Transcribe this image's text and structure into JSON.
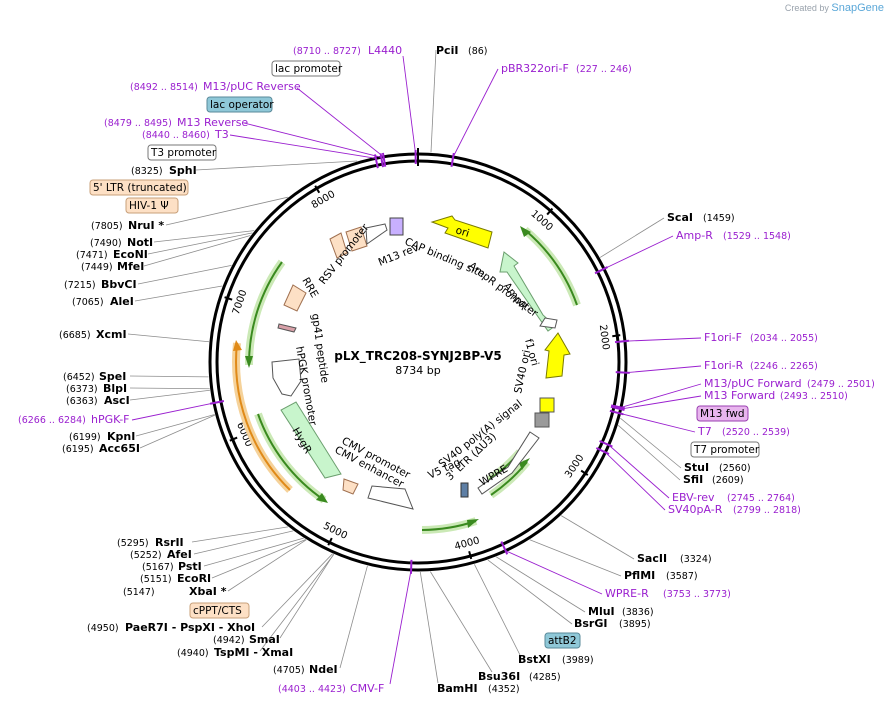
{
  "brand": {
    "created_by": "Created by",
    "name": "SnapGene"
  },
  "plasmid": {
    "name": "pLX_TRC208-SYNJ2BP-V5",
    "length": "8734 bp",
    "bp": 8734
  },
  "ticks": [
    {
      "pos": 1000,
      "label": "1000"
    },
    {
      "pos": 2000,
      "label": "2000"
    },
    {
      "pos": 3000,
      "label": "3000"
    },
    {
      "pos": 4000,
      "label": "4000"
    },
    {
      "pos": 5000,
      "label": "5000"
    },
    {
      "pos": 6000,
      "label": "6000"
    },
    {
      "pos": 7000,
      "label": "7000"
    },
    {
      "pos": 8000,
      "label": "8000"
    }
  ],
  "enzymes": [
    {
      "name": "PciI",
      "pos": "(86)",
      "bp": 86
    },
    {
      "name": "ScaI",
      "pos": "(1459)",
      "bp": 1459
    },
    {
      "name": "StuI",
      "pos": "(2560)",
      "bp": 2560
    },
    {
      "name": "SfiI",
      "pos": "(2609)",
      "bp": 2609
    },
    {
      "name": "SacII",
      "pos": "(3324)",
      "bp": 3324
    },
    {
      "name": "PflMI",
      "pos": "(3587)",
      "bp": 3587
    },
    {
      "name": "MluI",
      "pos": "(3836)",
      "bp": 3836
    },
    {
      "name": "BsrGI",
      "pos": "(3895)",
      "bp": 3895
    },
    {
      "name": "BstXI",
      "pos": "(3989)",
      "bp": 3989
    },
    {
      "name": "Bsu36I",
      "pos": "(4285)",
      "bp": 4285
    },
    {
      "name": "BamHI",
      "pos": "(4352)",
      "bp": 4352
    },
    {
      "name": "NdeI",
      "pos": "(4705)",
      "bp": 4705
    },
    {
      "name": "TspMI - XmaI",
      "pos": "(4940)",
      "bp": 4940
    },
    {
      "name": "SmaI",
      "pos": "(4942)",
      "bp": 4942
    },
    {
      "name": "PaeR7I - PspXI - XhoI",
      "pos": "(4950)",
      "bp": 4950
    },
    {
      "name": "XbaI *",
      "pos": "(5147)",
      "bp": 5147
    },
    {
      "name": "EcoRI",
      "pos": "(5151)",
      "bp": 5151
    },
    {
      "name": "PstI",
      "pos": "(5167)",
      "bp": 5167
    },
    {
      "name": "AfeI",
      "pos": "(5252)",
      "bp": 5252
    },
    {
      "name": "RsrII",
      "pos": "(5295)",
      "bp": 5295
    },
    {
      "name": "Acc65I",
      "pos": "(6195)",
      "bp": 6195
    },
    {
      "name": "KpnI",
      "pos": "(6199)",
      "bp": 6199
    },
    {
      "name": "AscI",
      "pos": "(6363)",
      "bp": 6363
    },
    {
      "name": "BlpI",
      "pos": "(6373)",
      "bp": 6373
    },
    {
      "name": "SpeI",
      "pos": "(6452)",
      "bp": 6452
    },
    {
      "name": "XcmI",
      "pos": "(6685)",
      "bp": 6685
    },
    {
      "name": "AleI",
      "pos": "(7065)",
      "bp": 7065
    },
    {
      "name": "BbvCI",
      "pos": "(7215)",
      "bp": 7215
    },
    {
      "name": "MfeI",
      "pos": "(7449)",
      "bp": 7449
    },
    {
      "name": "EcoNI",
      "pos": "(7471)",
      "bp": 7471
    },
    {
      "name": "NotI",
      "pos": "(7490)",
      "bp": 7490
    },
    {
      "name": "NruI *",
      "pos": "(7805)",
      "bp": 7805
    },
    {
      "name": "SphI",
      "pos": "(8325)",
      "bp": 8325
    }
  ],
  "primers": [
    {
      "name": "L4440",
      "pos": "(8710 .. 8727)",
      "bp": 8718
    },
    {
      "name": "pBR322ori-F",
      "pos": "(227 .. 246)",
      "bp": 236
    },
    {
      "name": "M13/pUC Reverse",
      "pos": "(8492 .. 8514)",
      "bp": 8503
    },
    {
      "name": "M13 Reverse",
      "pos": "(8479 .. 8495)",
      "bp": 8487
    },
    {
      "name": "T3",
      "pos": "(8440 .. 8460)",
      "bp": 8450
    },
    {
      "name": "Amp-R",
      "pos": "(1529 .. 1548)",
      "bp": 1538
    },
    {
      "name": "F1ori-F",
      "pos": "(2034 .. 2055)",
      "bp": 2044
    },
    {
      "name": "F1ori-R",
      "pos": "(2246 .. 2265)",
      "bp": 2255
    },
    {
      "name": "M13/pUC Forward",
      "pos": "(2479 .. 2501)",
      "bp": 2490
    },
    {
      "name": "M13 Forward",
      "pos": "(2493 .. 2510)",
      "bp": 2501
    },
    {
      "name": "T7",
      "pos": "(2520 .. 2539)",
      "bp": 2530
    },
    {
      "name": "EBV-rev",
      "pos": "(2745 .. 2764)",
      "bp": 2754
    },
    {
      "name": "SV40pA-R",
      "pos": "(2799 .. 2818)",
      "bp": 2808
    },
    {
      "name": "WPRE-R",
      "pos": "(3753 .. 3773)",
      "bp": 3763
    },
    {
      "name": "CMV-F",
      "pos": "(4403 .. 4423)",
      "bp": 4413
    },
    {
      "name": "hPGK-F",
      "pos": "(6266 .. 6284)",
      "bp": 6275
    }
  ],
  "boxed_labels": [
    {
      "name": "lac promoter",
      "fill": "#ffffff",
      "stroke": "#777777"
    },
    {
      "name": "lac operator",
      "fill": "#8fc8d8",
      "stroke": "#5a8a9a"
    },
    {
      "name": "T3 promoter",
      "fill": "#ffffff",
      "stroke": "#777777"
    },
    {
      "name": "5' LTR (truncated)",
      "fill": "#fde0c5",
      "stroke": "#c8a07a"
    },
    {
      "name": "HIV-1 Ψ",
      "fill": "#fde0c5",
      "stroke": "#c8a07a"
    },
    {
      "name": "M13 fwd",
      "fill": "#e8b5ee",
      "stroke": "#9a3fb0"
    },
    {
      "name": "T7 promoter",
      "fill": "#ffffff",
      "stroke": "#777777"
    },
    {
      "name": "attB2",
      "fill": "#8fc8d8",
      "stroke": "#5a8a9a"
    },
    {
      "name": "cPPT/CTS",
      "fill": "#fde0c5",
      "stroke": "#c8a07a"
    }
  ],
  "features": [
    {
      "name": "ori"
    },
    {
      "name": "CAP binding site"
    },
    {
      "name": "AmpR promoter"
    },
    {
      "name": "AmpR"
    },
    {
      "name": "f1 ori"
    },
    {
      "name": "SV40 ori"
    },
    {
      "name": "SV40 poly(A) signal"
    },
    {
      "name": "3' LTR (ΔU3)"
    },
    {
      "name": "WPRE"
    },
    {
      "name": "V5 tag"
    },
    {
      "name": "CMV promoter"
    },
    {
      "name": "CMV enhancer"
    },
    {
      "name": "HygR"
    },
    {
      "name": "hPGK promoter"
    },
    {
      "name": "gp41 peptide"
    },
    {
      "name": "RRE"
    },
    {
      "name": "RSV promoter"
    },
    {
      "name": "M13 rev"
    }
  ],
  "colors": {
    "ori": "#ffff00",
    "orf_fill": "#c8f5cc",
    "orf_stroke": "#6b9f6e",
    "ltr": "#fde0c5",
    "primer": "#9a1fcf",
    "green_arrow": "#3a8a1f",
    "orange_arrow": "#f0a038"
  }
}
